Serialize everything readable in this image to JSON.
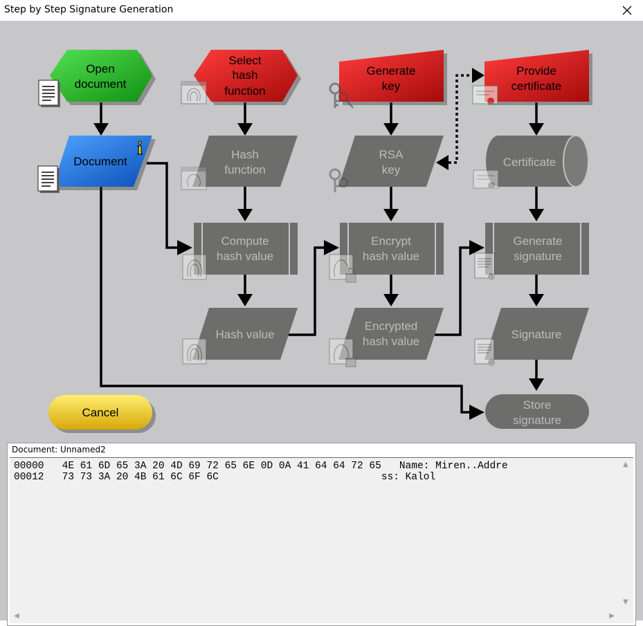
{
  "window": {
    "title": "Step by Step Signature Generation",
    "close_icon": "close-icon"
  },
  "flow": {
    "open_document": [
      "Open",
      "document"
    ],
    "select_hash": [
      "Select",
      "hash",
      "function"
    ],
    "generate_key": [
      "Generate",
      "key"
    ],
    "provide_cert": [
      "Provide",
      "certificate"
    ],
    "document": "Document",
    "info_mark": "i",
    "hash_function": [
      "Hash",
      "function"
    ],
    "rsa_key": [
      "RSA",
      "key"
    ],
    "certificate": "Certificate",
    "compute_hash": [
      "Compute",
      "hash value"
    ],
    "encrypt_hash": [
      "Encrypt",
      "hash value"
    ],
    "generate_signature": [
      "Generate",
      "signature"
    ],
    "hash_value": "Hash value",
    "encrypted_hash": [
      "Encrypted",
      "hash value"
    ],
    "signature": "Signature",
    "store_signature": [
      "Store",
      "signature"
    ],
    "cancel": "Cancel"
  },
  "colors": {
    "active_green": "#22bb22",
    "active_red": "#e21a1a",
    "selected_blue": "#1b74e4",
    "inactive_gray": "#6d6d6b",
    "cancel_yellow": "#f5d23a",
    "background": "#c7c6c9"
  },
  "hex_view": {
    "label": "Document: Unnamed2",
    "rows": [
      {
        "offset": "00000",
        "bytes": "4E 61 6D 65 3A 20 4D 69 72 65 6E 0D 0A 41 64 64 72 65",
        "ascii": "Name: Miren..Addre"
      },
      {
        "offset": "00012",
        "bytes": "73 73 3A 20 4B 61 6C 6F 6C",
        "ascii": "ss: Kalol"
      }
    ]
  }
}
